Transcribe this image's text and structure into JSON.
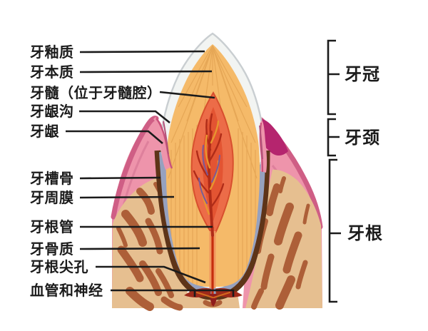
{
  "diagram": {
    "left_labels": [
      {
        "text": "牙釉质"
      },
      {
        "text": "牙本质"
      },
      {
        "text": "牙髓（位于牙髓腔）"
      },
      {
        "text": "牙龈沟"
      },
      {
        "text": "牙龈"
      },
      {
        "text": "牙槽骨"
      },
      {
        "text": "牙周膜"
      },
      {
        "text": "牙根管"
      },
      {
        "text": "牙骨质"
      },
      {
        "text": "牙根尖孔"
      },
      {
        "text": "血管和神经"
      }
    ],
    "right_labels": [
      {
        "text": "牙冠"
      },
      {
        "text": "牙颈"
      },
      {
        "text": "牙根"
      }
    ],
    "colors": {
      "enamel": "#f2f4f2",
      "enamel_edge": "#c9ced1",
      "dentin": "#f5ba69",
      "dentin_stria": "#e0a050",
      "pulp": "#ec6c48",
      "pulp_core": "#e2502f",
      "root_canal": "#c62d0e",
      "canal_sheath": "#f0975f",
      "gum": "#ee94ab",
      "gum_edge": "#cf5e85",
      "gum_cap": "#b5256e",
      "bone": "#e6bf90",
      "marrow": "#ad5f38",
      "membrane": "#5e3418",
      "cementum": "#96a1bf",
      "vessel_red": "#b02c18",
      "vessel_orange": "#e8952f",
      "vessel_purple": "#7a5a9a",
      "fan_red": "#9e2a1a",
      "line": "#1b1b1b"
    }
  }
}
